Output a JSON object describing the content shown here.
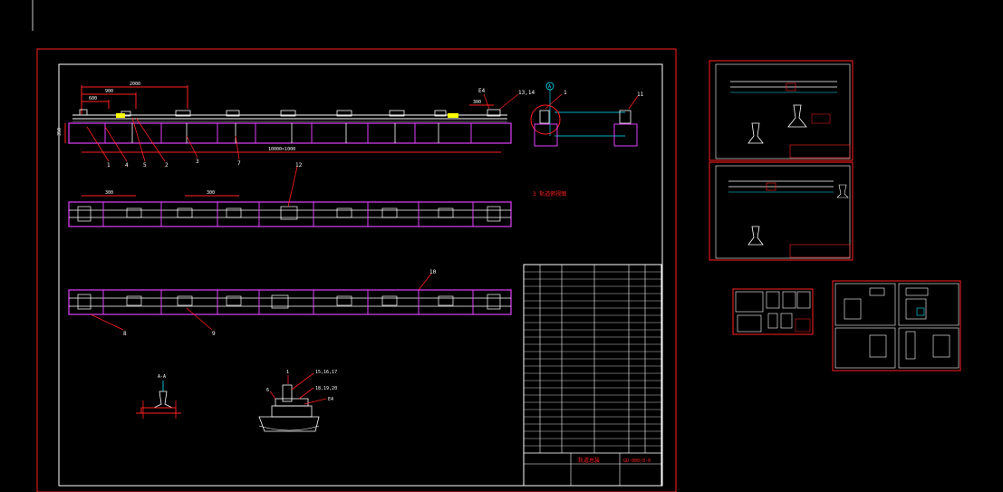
{
  "colors": {
    "background": "#000000",
    "frame_red": "#ff2020",
    "white": "#ffffff",
    "magenta": "#e040fb",
    "cyan": "#00e5ff",
    "yellow": "#ffff00"
  },
  "main_drawing": {
    "elevation": {
      "dim_top": "2000",
      "dim_mid": "900",
      "dim_low": "600",
      "dim_right": "300",
      "dim_bottom": "10000×1000",
      "dim_height": "350",
      "callout_e4": "E4",
      "callout_13_14": "13,14",
      "callout_11": "11",
      "callout_1_top": "1",
      "callouts_bottom": [
        "1",
        "4",
        "5",
        "2",
        "3",
        "7"
      ]
    },
    "section_view": {
      "label": "A",
      "callout": "1"
    },
    "plan_view_1": {
      "dim_a": "300",
      "dim_b": "300",
      "callout": "12",
      "note": "3  轨道俯视图"
    },
    "plan_view_2": {
      "callout_top": "10",
      "callouts_bottom": [
        "8",
        "9"
      ]
    },
    "detail_left": {
      "label": "A-A"
    },
    "detail_right": {
      "callouts": [
        "1",
        "6",
        "15,16,17",
        "18,19,20",
        "E4"
      ]
    },
    "title_block": {
      "drawing_name": "轨道总装",
      "drawing_no": "GD-000/0-0"
    }
  }
}
